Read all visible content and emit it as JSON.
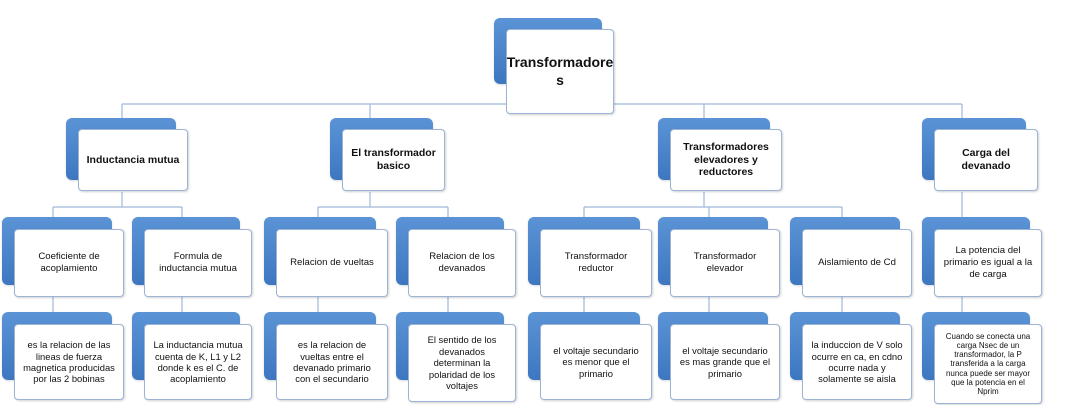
{
  "root": {
    "label": "Transformadore\ns"
  },
  "categories": [
    {
      "label": "Inductancia  mutua"
    },
    {
      "label": "El transformador\nbasico"
    },
    {
      "label": "Transformadores\nelevadores y\nreductores"
    },
    {
      "label": "Carga del\ndevanado"
    }
  ],
  "subtopics": [
    {
      "label": "Coeficiente de\nacoplamiento"
    },
    {
      "label": "Formula de\ninductancia mutua"
    },
    {
      "label": "Relacion de vueltas"
    },
    {
      "label": "Relacion de los\ndevanados"
    },
    {
      "label": "Transformador\nreductor"
    },
    {
      "label": "Transformador\nelevador"
    },
    {
      "label": "Aislamiento de Cd"
    },
    {
      "label": "La potencia del\nprimario es igual a la\nde carga"
    }
  ],
  "details": [
    {
      "label": "es la relacion de las\nlineas de fuerza\nmagnetica producidas\npor las 2 bobinas"
    },
    {
      "label": "La inductancia mutua\ncuenta de K, L1 y L2\ndonde k es el C. de\nacoplamiento"
    },
    {
      "label": "es la relacion de\nvueltas entre el\ndevanado primario\ncon el secundario"
    },
    {
      "label": "El sentido de los\ndevanados\ndeterminan la\npolaridad de los\nvoltajes"
    },
    {
      "label": "el voltaje secundario\nes menor que el\nprimario"
    },
    {
      "label": "el voltaje secundario\nes mas grande que el\nprimario"
    },
    {
      "label": "la induccion de V solo\nocurre en ca, en cdno\nocurre nada y\nsolamente se aisla"
    },
    {
      "label": "Cuando se conecta una\ncarga  Nsec de un\ntransformador,  la P\ntransferida  a la carga\nnunca puede ser mayor\nque la potencia en el\nNprim"
    }
  ],
  "colors": {
    "box_back": "#4a86cc",
    "box_front": "#ffffff",
    "connector": "#9fb8d6"
  }
}
